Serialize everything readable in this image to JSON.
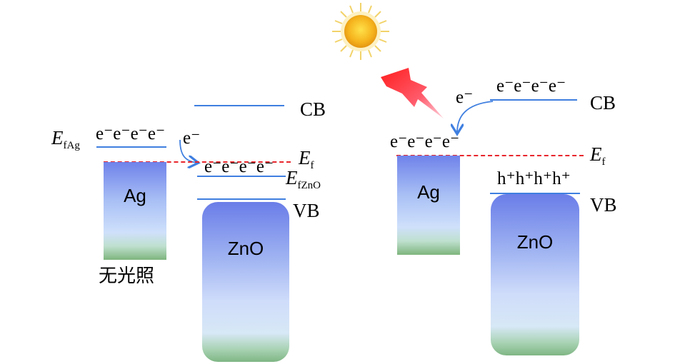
{
  "labels": {
    "cb": "CB",
    "vb": "VB",
    "ef_main": "E",
    "ef_sub": "f",
    "efag_main": "E",
    "efag_sub": "fAg",
    "efzno_main": "E",
    "efzno_sub": "fZnO",
    "ag": "Ag",
    "zno": "ZnO",
    "no_light": "无光照",
    "electron": "e⁻",
    "electrons4": "e⁻e⁻e⁻e⁻",
    "holes4": "h⁺h⁺h⁺h⁺"
  },
  "colors": {
    "band_line": "#3f7fe0",
    "fermi_line": "#e8262c",
    "arrow": "#3f7fe0",
    "sun_core": "#f5b21c",
    "lightning": "#ff2a2a"
  },
  "icons": [
    "sun-icon",
    "lightning-icon"
  ]
}
